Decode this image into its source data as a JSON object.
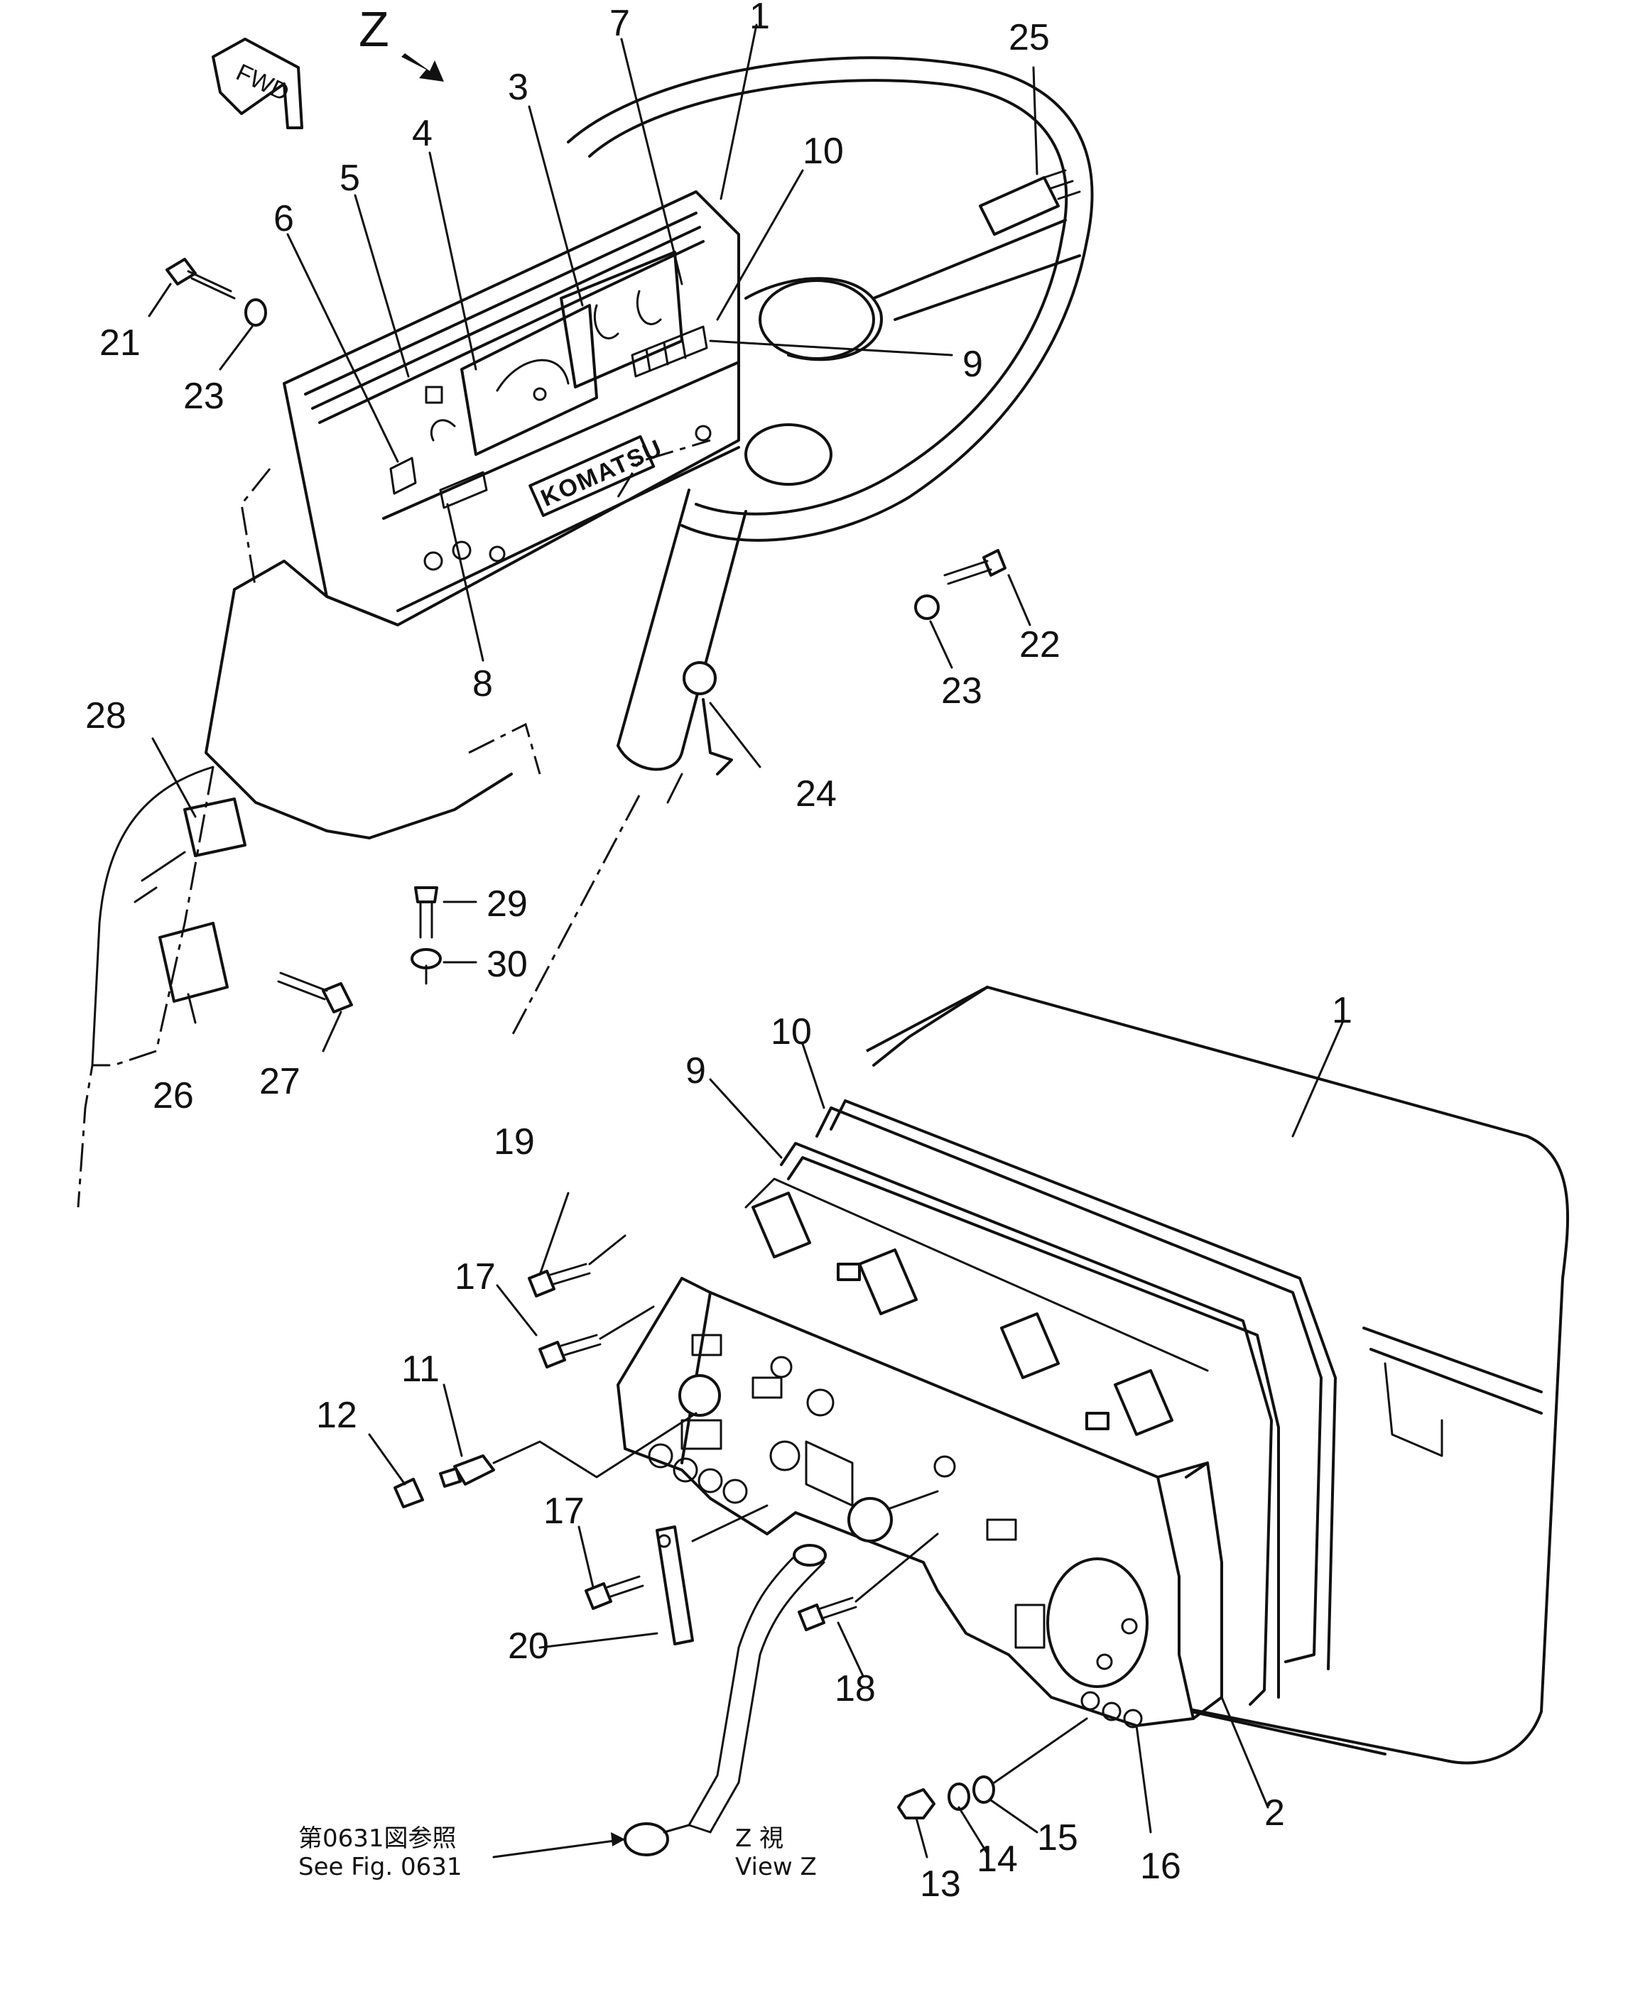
{
  "view_marker": "Z",
  "direction_label": "FWD",
  "brand_label": "KOMATSU",
  "upper_callouts": [
    "1",
    "3",
    "4",
    "5",
    "6",
    "7",
    "8",
    "9",
    "10",
    "21",
    "22",
    "23",
    "23",
    "24",
    "25",
    "26",
    "27",
    "28",
    "29",
    "30"
  ],
  "lower_callouts": [
    "1",
    "2",
    "9",
    "10",
    "11",
    "12",
    "13",
    "14",
    "15",
    "16",
    "17",
    "17",
    "18",
    "19",
    "20"
  ],
  "reference_note": {
    "line_jp": "第0631図参照",
    "line_en": "See Fig. 0631"
  },
  "view_caption": {
    "line_jp": "Z 視",
    "line_en": "View Z"
  }
}
